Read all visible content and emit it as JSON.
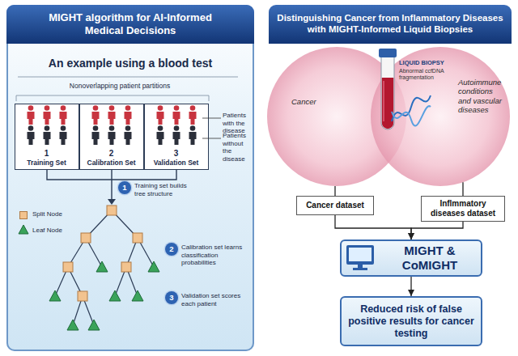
{
  "diagram": {
    "nodes": [
      {
        "text": [
          "MIGHT algorithm for AI-Informed Medical Decisions",
          "An example using a blood test"
        ]
      },
      {
        "text": [
          "1",
          "Training Set"
        ],
        "in": 0
      },
      {
        "text": [
          "2",
          "Calibration Set"
        ],
        "in": 0
      },
      {
        "text": [
          "3",
          "Validation Set"
        ],
        "in": 0
      },
      {
        "text": [
          "1",
          "Training set builds tree structure"
        ],
        "in": 0
      },
      {
        "text": [
          "2",
          "Calibration set learns classification probabilities"
        ],
        "in": 0
      },
      {
        "text": [
          "3",
          "Validation set scores each patient"
        ],
        "in": 0
      },
      {
        "text": [
          "Distinguishing Cancer from Inflammatory Diseases with MIGHT-Informed Liquid Biopsies"
        ]
      },
      {
        "text": [
          "Cancer"
        ],
        "in": 7
      },
      {
        "text": [
          "Autoimmune conditions and vascular diseases"
        ],
        "in": 7
      },
      {
        "text": [
          "Cancer dataset"
        ],
        "in": 7
      },
      {
        "text": [
          "Inflmmatory diseases dataset"
        ],
        "in": 7
      },
      {
        "text": [
          "MIGHT & CoMIGHT"
        ],
        "in": 7
      },
      {
        "text": [
          "Reduced risk of false positive results for cancer testing"
        ],
        "in": 7
      }
    ],
    "edges": [
      {
        "from": 8,
        "to": 10,
        "arrow": "none"
      },
      {
        "from": 9,
        "to": 11,
        "arrow": "none"
      },
      {
        "from": 10,
        "to": 12,
        "arrow": "to"
      },
      {
        "from": 11,
        "to": 12,
        "arrow": "to"
      },
      {
        "from": 12,
        "to": 13,
        "arrow": "to"
      }
    ],
    "labels": [
      "Nonoverlapping patient partitions",
      "Patients with the disease",
      "Patients without the disease",
      "LIQUID BIOPSY",
      "Abnormal ccfDNA fragmentation"
    ],
    "legend": [
      {
        "text": "Split Node",
        "color": "#f2c38f"
      },
      {
        "text": "Leaf Node"
      }
    ]
  }
}
